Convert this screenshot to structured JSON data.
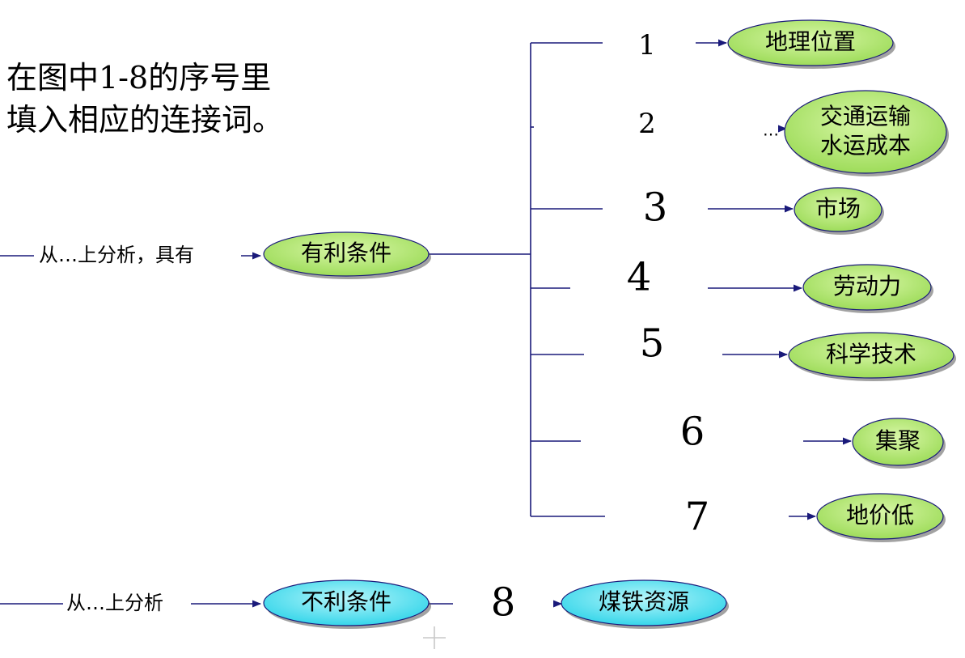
{
  "instruction": {
    "line1": "在图中1-8的序号里",
    "line2": "填入相应的连接词。"
  },
  "favorable": {
    "lead_text": "从…上分析，具有",
    "node_label": "有利条件",
    "branches": [
      {
        "number": "1",
        "factor": [
          "地理位置"
        ]
      },
      {
        "number": "2",
        "factor": [
          "交通运输",
          "水运成本"
        ],
        "connector_mark": "…"
      },
      {
        "number": "3",
        "factor": [
          "市场"
        ]
      },
      {
        "number": "4",
        "factor": [
          "劳动力"
        ]
      },
      {
        "number": "5",
        "factor": [
          "科学技术"
        ]
      },
      {
        "number": "6",
        "factor": [
          "集聚"
        ]
      },
      {
        "number": "7",
        "factor": [
          "地价低"
        ]
      }
    ]
  },
  "unfavorable": {
    "lead_text": "从…上分析",
    "node_label": "不利条件",
    "number": "8",
    "factor": "煤铁资源"
  },
  "colors": {
    "line": "#1a1a7a",
    "favorable_fill": "#b8ea7a",
    "unfavorable_fill": "#6ee6f2",
    "node_stroke": "#1a1a7a"
  }
}
